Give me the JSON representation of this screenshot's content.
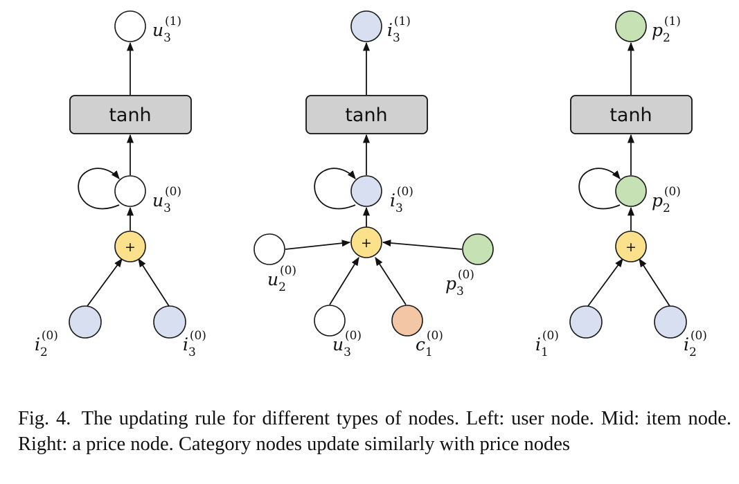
{
  "colors": {
    "white": "#ffffff",
    "item_blue": "#d8dff1",
    "price_green": "#c6e2b4",
    "category_orange": "#f3c6a6",
    "sum_yellow": "#fbe18c",
    "tanh_gray": "#d0d0d0"
  },
  "panels": [
    {
      "name": "left",
      "tanh_label": "tanh",
      "plus_symbol": "+",
      "output_label": {
        "letter": "u",
        "sub": "3",
        "sup": "(1)"
      },
      "self_label": {
        "letter": "u",
        "sub": "3",
        "sup": "(0)"
      },
      "inputs": [
        {
          "letter": "i",
          "sub": "2",
          "sup": "(0)"
        },
        {
          "letter": "i",
          "sub": "3",
          "sup": "(0)"
        }
      ]
    },
    {
      "name": "mid",
      "tanh_label": "tanh",
      "plus_symbol": "+",
      "output_label": {
        "letter": "i",
        "sub": "3",
        "sup": "(1)"
      },
      "self_label": {
        "letter": "i",
        "sub": "3",
        "sup": "(0)"
      },
      "inputs": [
        {
          "letter": "u",
          "sub": "2",
          "sup": "(0)"
        },
        {
          "letter": "p",
          "sub": "3",
          "sup": "(0)"
        },
        {
          "letter": "u",
          "sub": "3",
          "sup": "(0)"
        },
        {
          "letter": "c",
          "sub": "1",
          "sup": "(0)"
        }
      ]
    },
    {
      "name": "right",
      "tanh_label": "tanh",
      "plus_symbol": "+",
      "output_label": {
        "letter": "p",
        "sub": "2",
        "sup": "(1)"
      },
      "self_label": {
        "letter": "p",
        "sub": "2",
        "sup": "(0)"
      },
      "inputs": [
        {
          "letter": "i",
          "sub": "1",
          "sup": "(0)"
        },
        {
          "letter": "i",
          "sub": "2",
          "sup": "(0)"
        }
      ]
    }
  ],
  "caption": {
    "figure_label": "Fig. 4.",
    "text": "The updating rule for different types of nodes. Left: user node. Mid: item node. Right: a price node. Category nodes update similarly with price nodes"
  }
}
